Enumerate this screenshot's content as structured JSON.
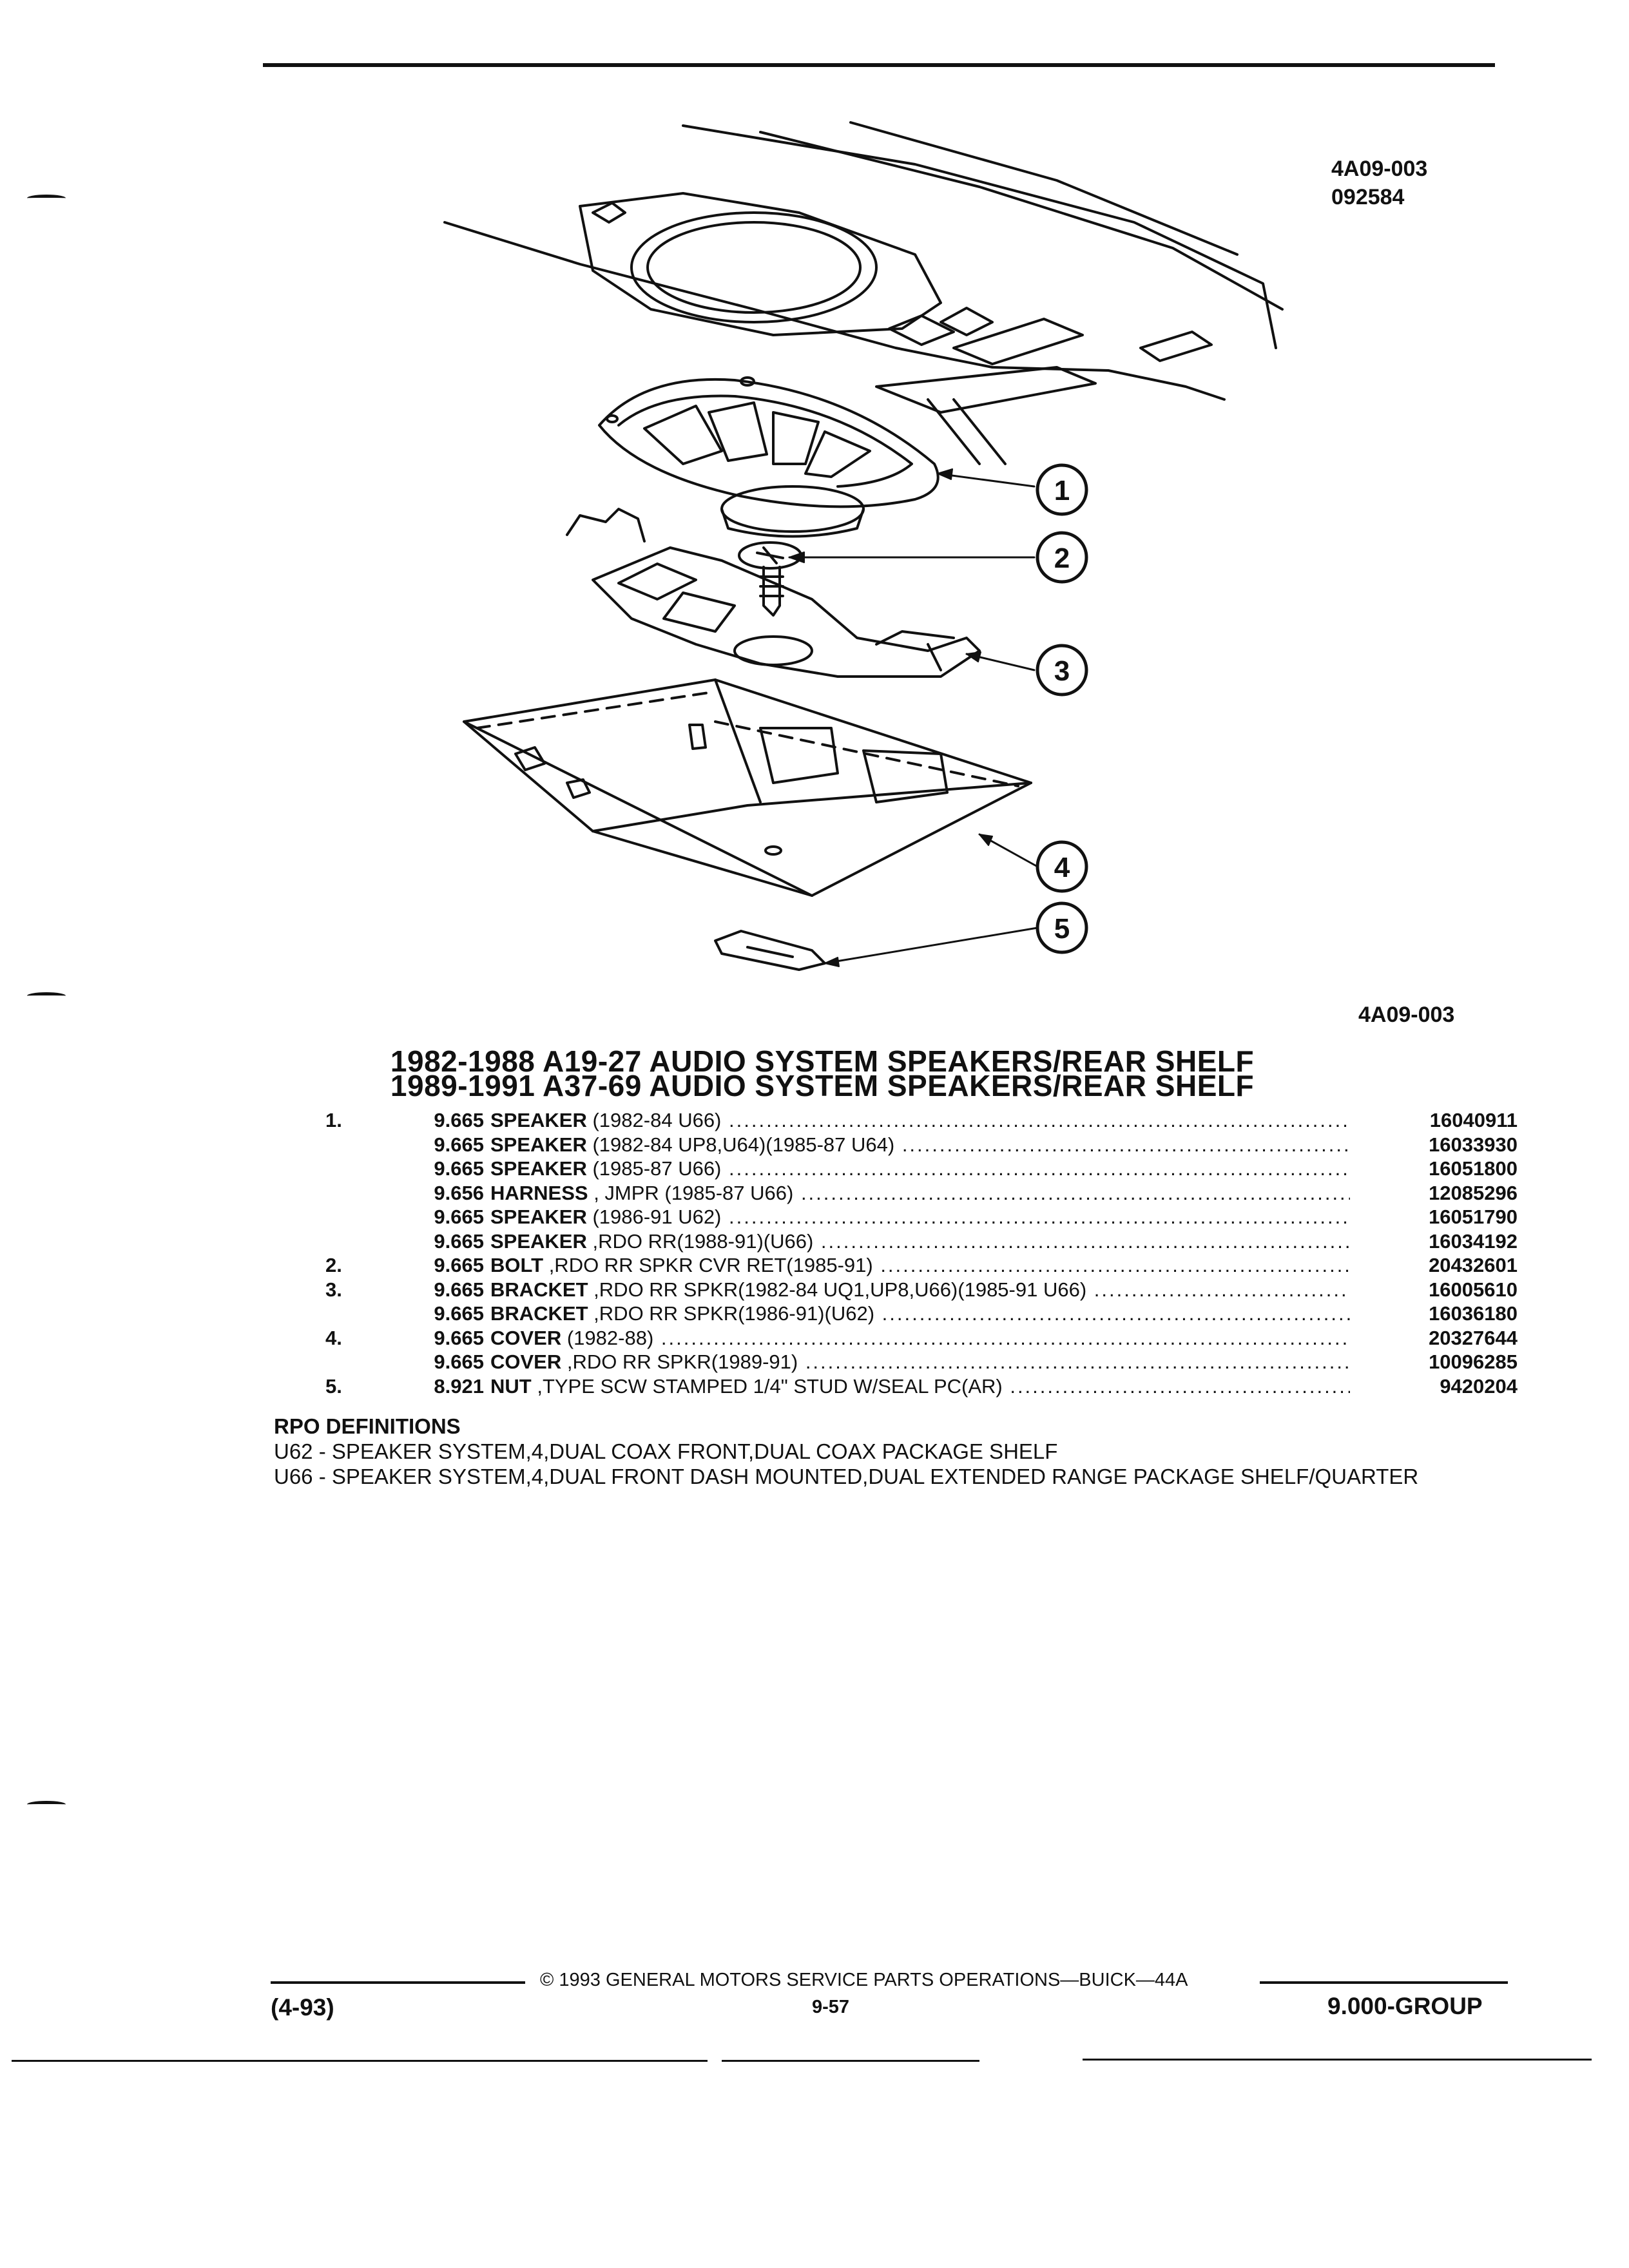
{
  "header": {
    "figure_code": "4A09-003",
    "figure_date": "092584"
  },
  "diagram": {
    "callouts": [
      "1",
      "2",
      "3",
      "4",
      "5"
    ],
    "caption_code": "4A09-003"
  },
  "titles": [
    "1982-1988 A19-27 AUDIO SYSTEM SPEAKERS/REAR SHELF",
    "1989-1991 A37-69 AUDIO SYSTEM SPEAKERS/REAR SHELF"
  ],
  "parts": [
    {
      "item": "1.",
      "group": "9.665",
      "name": "SPEAKER",
      "qualifier": " (1982-84 U66)",
      "part_no": "16040911"
    },
    {
      "item": "",
      "group": "9.665",
      "name": "SPEAKER",
      "qualifier": " (1982-84 UP8,U64)(1985-87 U64)",
      "part_no": "16033930"
    },
    {
      "item": "",
      "group": "9.665",
      "name": "SPEAKER",
      "qualifier": " (1985-87 U66)",
      "part_no": "16051800"
    },
    {
      "item": "",
      "group": "9.656",
      "name": "HARNESS",
      "qualifier": " , JMPR (1985-87 U66)",
      "part_no": "12085296"
    },
    {
      "item": "",
      "group": "9.665",
      "name": "SPEAKER",
      "qualifier": " (1986-91 U62)",
      "part_no": "16051790"
    },
    {
      "item": "",
      "group": "9.665",
      "name": "SPEAKER",
      "qualifier": " ,RDO RR(1988-91)(U66)",
      "part_no": "16034192"
    },
    {
      "item": "2.",
      "group": "9.665",
      "name": "BOLT",
      "qualifier": " ,RDO RR SPKR CVR RET(1985-91)",
      "part_no": "20432601"
    },
    {
      "item": "3.",
      "group": "9.665",
      "name": "BRACKET",
      "qualifier": " ,RDO RR SPKR(1982-84 UQ1,UP8,U66)(1985-91 U66)",
      "part_no": "16005610"
    },
    {
      "item": "",
      "group": "9.665",
      "name": "BRACKET",
      "qualifier": " ,RDO RR SPKR(1986-91)(U62)",
      "part_no": "16036180"
    },
    {
      "item": "4.",
      "group": "9.665",
      "name": "COVER",
      "qualifier": " (1982-88)",
      "part_no": "20327644"
    },
    {
      "item": "",
      "group": "9.665",
      "name": "COVER",
      "qualifier": " ,RDO RR SPKR(1989-91)",
      "part_no": "10096285"
    },
    {
      "item": "5.",
      "group": "8.921",
      "name": "NUT",
      "qualifier": " ,TYPE SCW STAMPED 1/4\" STUD W/SEAL PC(AR)",
      "part_no": "9420204"
    }
  ],
  "rpo": {
    "heading": "RPO DEFINITIONS",
    "definitions": [
      "U62 - SPEAKER SYSTEM,4,DUAL COAX FRONT,DUAL COAX PACKAGE SHELF",
      "U66 - SPEAKER SYSTEM,4,DUAL FRONT DASH MOUNTED,DUAL EXTENDED RANGE PACKAGE SHELF/QUARTER"
    ]
  },
  "footer": {
    "copyright": "© 1993 GENERAL MOTORS SERVICE PARTS OPERATIONS—BUICK—44A",
    "revision": "(4-93)",
    "page": "9-57",
    "group": "9.000-GROUP"
  }
}
